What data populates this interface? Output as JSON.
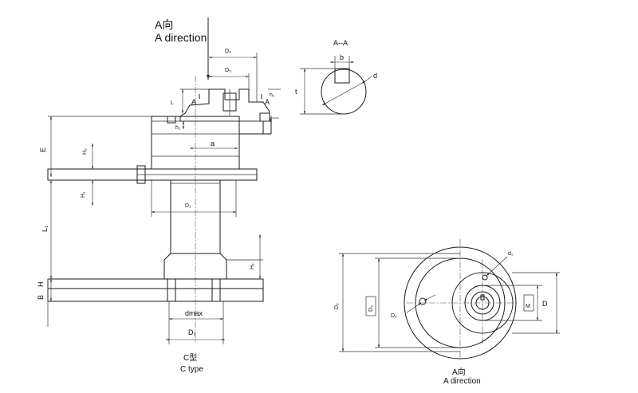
{
  "header": {
    "direction_cn": "A向",
    "direction_en": "A direction"
  },
  "front_view": {
    "dims": {
      "D4": "D₄",
      "D5": "D₅",
      "L": "L",
      "A_left": "A",
      "A_right": "A",
      "h2": "h₂",
      "h1": "h₁",
      "a": "a",
      "E": "E",
      "H2_top": "H₂",
      "H1": "H₁",
      "D1": "D₁",
      "L1": "L₁",
      "H2_mid": "H₂",
      "B": "B",
      "H": "H",
      "dmax": "dmax",
      "D7": "D₇"
    },
    "caption_cn": "C型",
    "caption_en": "C type"
  },
  "section_view": {
    "title": "A--A",
    "dims": {
      "b": "b",
      "d": "d",
      "t": "t"
    }
  },
  "end_view": {
    "dims": {
      "d1": "d₁",
      "D2": "D₂",
      "D3": "D₃",
      "D6": "D₆",
      "M": "M",
      "D": "D"
    },
    "caption_cn": "A向",
    "caption_en": "A direction"
  }
}
